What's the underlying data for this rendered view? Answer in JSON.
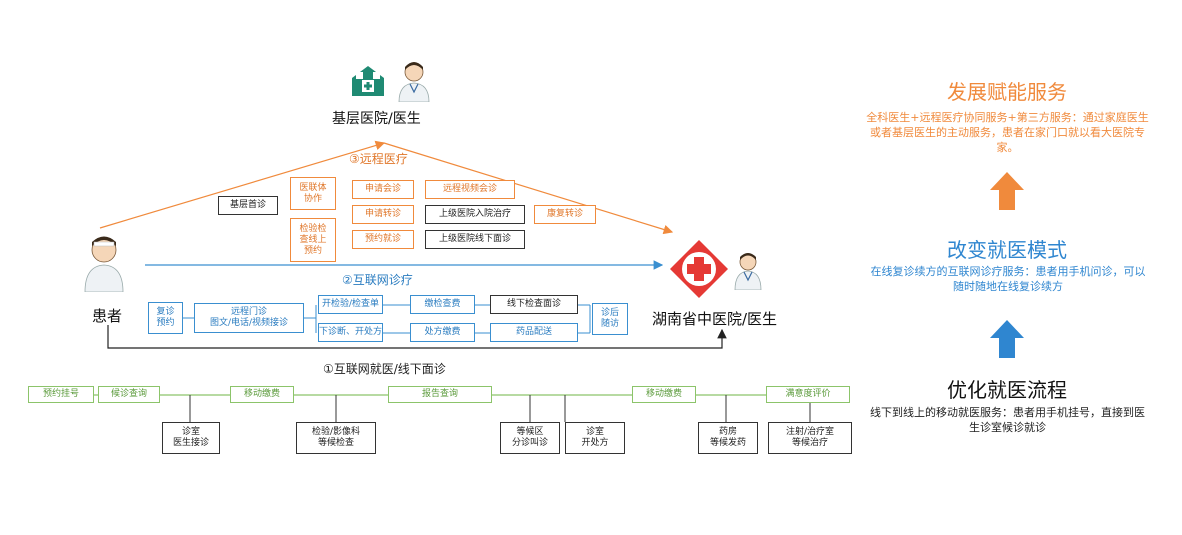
{
  "nodes": {
    "grassroots": "基层医院/医生",
    "patient": "患者",
    "hunan": "湖南省中医院/医生"
  },
  "channels": {
    "remote": "③远程医疗",
    "internet": "②互联网诊疗",
    "offline": "①互联网就医/线下面诊"
  },
  "remote_boxes": {
    "first_visit": "基层首诊",
    "alliance": "医联体\n协作",
    "exam_online": "检验检\n查线上\n预约",
    "apply_consult": "申请会诊",
    "apply_transfer": "申请转诊",
    "appointment": "预约就诊",
    "video_consult": "远程视频会诊",
    "upper_admit": "上级医院入院治疗",
    "upper_offline": "上级医院线下面诊",
    "rehab_transfer": "康复转诊"
  },
  "internet_boxes": {
    "revisit": "复诊\n预约",
    "remote_clinic": "远程门诊\n图文/电话/视频接诊",
    "exam_order": "开检验/检查单",
    "pay_exam": "缴检查费",
    "offline_exam": "线下检查面诊",
    "diagnose": "下诊断、开处方",
    "pay_rx": "处方缴费",
    "delivery": "药品配送",
    "followup": "诊后\n随访"
  },
  "process_top": {
    "register": "预约挂号",
    "queue": "候诊查询",
    "mobile_pay1": "移动缴费",
    "report": "报告查询",
    "mobile_pay2": "移动缴费",
    "rating": "满意度评价"
  },
  "process_bottom": {
    "clinic": "诊室\n医生接诊",
    "lab": "检验/影像科\n等候检查",
    "waiting": "等候区\n分诊叫诊",
    "room": "诊室\n开处方",
    "pharmacy": "药房\n等候发药",
    "injection": "注射/治疗室\n等候治疗"
  },
  "right": {
    "t1": "发展赋能服务",
    "d1": "全科医生+远程医疗协同服务+第三方服务：通过家庭医生或者基层医生的主动服务，患者在家门口就以看大医院专家。",
    "t2": "改变就医模式",
    "d2": "在线复诊续方的互联网诊疗服务：患者用手机问诊，可以随时随地在线复诊续方",
    "t3": "优化就医流程",
    "d3": "线下到线上的移动就医服务：患者用手机挂号，直接到医生诊室候诊就诊"
  },
  "colors": {
    "orange": "#f08a3c",
    "blue": "#2a7cc0",
    "green": "#8cc46a",
    "red": "#e53935",
    "teal": "#1f8a73"
  }
}
